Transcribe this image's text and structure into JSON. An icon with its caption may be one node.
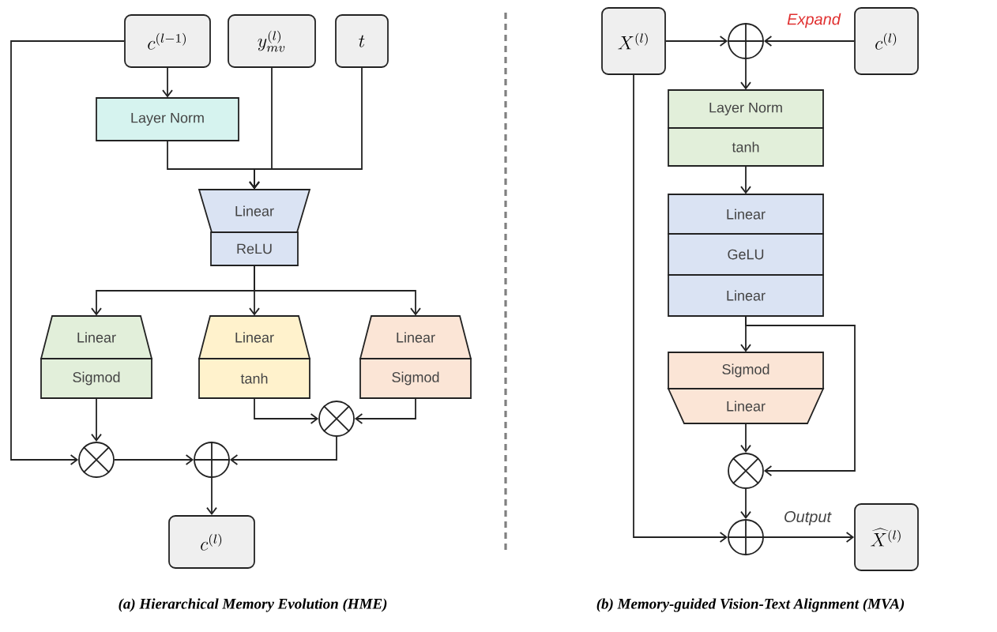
{
  "diagram": {
    "nodes": [
      {
        "text": [
          "c^{(l-1)}"
        ]
      },
      {
        "text": [
          "y_{mv}^{(l)}"
        ]
      },
      {
        "text": [
          "t"
        ]
      },
      {
        "text": [
          "Layer Norm"
        ]
      },
      {
        "text": [
          "Linear",
          "ReLU"
        ]
      },
      {
        "text": [
          "Linear",
          "Sigmod"
        ]
      },
      {
        "text": [
          "Linear",
          "tanh"
        ]
      },
      {
        "text": [
          "Linear",
          "Sigmod"
        ]
      },
      {
        "text": [],
        "shape": "circle"
      },
      {
        "text": [],
        "shape": "circle"
      },
      {
        "text": [],
        "shape": "circle"
      },
      {
        "text": [
          "c^{(l)}"
        ]
      },
      {
        "text": [
          "X^{(l)}"
        ]
      },
      {
        "text": [],
        "shape": "circle"
      },
      {
        "text": [
          "c^{(l)}"
        ]
      },
      {
        "text": [
          "Layer Norm",
          "tanh"
        ]
      },
      {
        "text": [
          "Linear",
          "GeLU",
          "Linear"
        ]
      },
      {
        "text": [
          "Sigmod",
          "Linear"
        ]
      },
      {
        "text": [],
        "shape": "circle"
      },
      {
        "text": [],
        "shape": "circle"
      },
      {
        "text": [
          "\\widehat{X}^{(l)}"
        ]
      }
    ],
    "edges": [
      {
        "from": 0,
        "to": 3,
        "arrow": "to"
      },
      {
        "from": 3,
        "to": 4,
        "arrow": "to"
      },
      {
        "from": 1,
        "to": 4,
        "arrow": "to"
      },
      {
        "from": 2,
        "to": 4,
        "arrow": "to"
      },
      {
        "from": 4,
        "to": 5,
        "arrow": "to"
      },
      {
        "from": 4,
        "to": 6,
        "arrow": "to"
      },
      {
        "from": 4,
        "to": 7,
        "arrow": "to"
      },
      {
        "from": 0,
        "to": 9,
        "arrow": "to"
      },
      {
        "from": 5,
        "to": 9,
        "arrow": "to"
      },
      {
        "from": 6,
        "to": 8,
        "arrow": "to"
      },
      {
        "from": 7,
        "to": 8,
        "arrow": "to"
      },
      {
        "from": 8,
        "to": 10,
        "arrow": "to"
      },
      {
        "from": 9,
        "to": 10,
        "arrow": "to"
      },
      {
        "from": 10,
        "to": 11,
        "arrow": "to"
      },
      {
        "from": 12,
        "to": 13,
        "arrow": "to"
      },
      {
        "from": 14,
        "to": 13,
        "arrow": "to",
        "label": "Expand"
      },
      {
        "from": 13,
        "to": 15,
        "arrow": "to"
      },
      {
        "from": 15,
        "to": 16,
        "arrow": "to"
      },
      {
        "from": 16,
        "to": 17,
        "arrow": "to"
      },
      {
        "from": 16,
        "to": 18,
        "arrow": "to"
      },
      {
        "from": 17,
        "to": 18,
        "arrow": "to"
      },
      {
        "from": 18,
        "to": 19,
        "arrow": "to"
      },
      {
        "from": 12,
        "to": 19,
        "arrow": "to"
      },
      {
        "from": 19,
        "to": 20,
        "arrow": "to",
        "label": "Output"
      }
    ],
    "labels": [
      "(a) Hierarchical Memory Evolution (HME)",
      "(b) Memory-guided Vision-Text Alignment (MVA)"
    ]
  }
}
